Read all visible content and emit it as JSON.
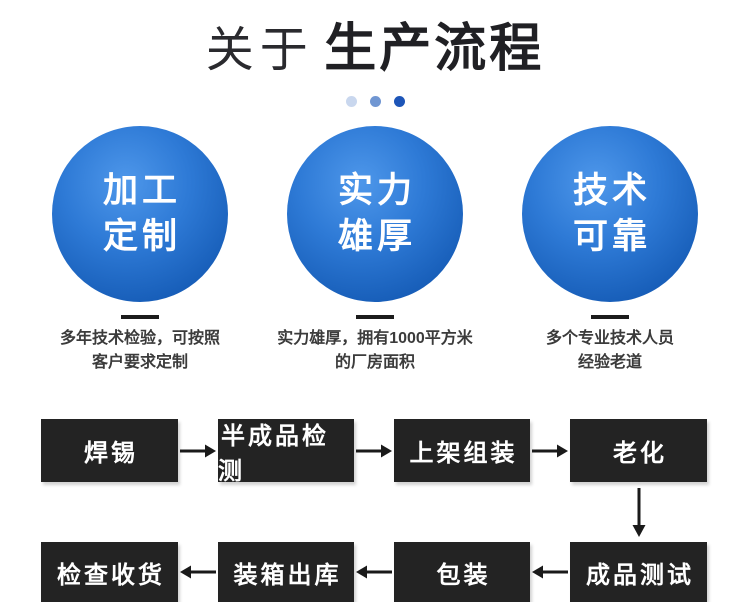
{
  "title": {
    "light": "关于",
    "bold": "生产流程"
  },
  "dots": [
    {
      "name": "dot-1",
      "color": "#c9d7ee"
    },
    {
      "name": "dot-2",
      "color": "#7096d2"
    },
    {
      "name": "dot-3",
      "color": "#1d55b8"
    }
  ],
  "features": [
    {
      "circle_line1": "加工",
      "circle_line2": "定制",
      "caption_line1": "多年技术检验，可按照",
      "caption_line2": "客户要求定制"
    },
    {
      "circle_line1": "实力",
      "circle_line2": "雄厚",
      "caption_line1": "实力雄厚，拥有1000平方米",
      "caption_line2": "的厂房面积"
    },
    {
      "circle_line1": "技术",
      "circle_line2": "可靠",
      "caption_line1": "多个专业技术人员",
      "caption_line2": "经验老道"
    }
  ],
  "flow": {
    "row1": {
      "step1": "焊锡",
      "step2": "半成品检测",
      "step3": "上架组装",
      "step4": "老化"
    },
    "row1_direction": "right",
    "connector": "down-from-step4-to-step8",
    "row2": {
      "step5": "检查收货",
      "step6": "装箱出库",
      "step7": "包装",
      "step8": "成品测试"
    },
    "row2_direction": "left"
  },
  "colors": {
    "circle_gradient_light": "#4e97ea",
    "circle_gradient_mid": "#2e7ad6",
    "circle_gradient_dark": "#0d51ab",
    "flow_box_background": "#232323",
    "title_text": "#202024",
    "caption_text": "#3b3b3b",
    "arrow": "#1a1a1a"
  }
}
